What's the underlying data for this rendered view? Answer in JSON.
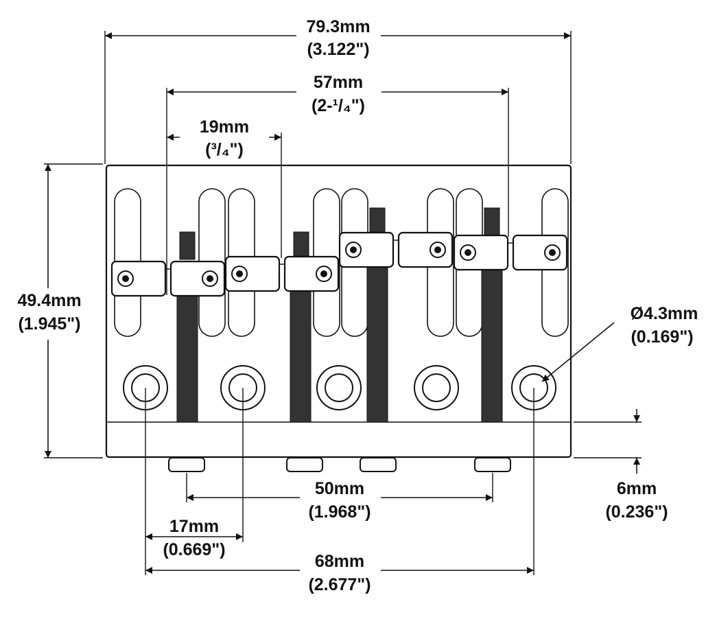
{
  "dimensions": {
    "overall_width": {
      "metric": "79.3mm",
      "imperial": "(3.122\")"
    },
    "outer_string_spacing": {
      "metric": "57mm",
      "imperial": "(2-¹/₄\")"
    },
    "saddle_spacing": {
      "metric": "19mm",
      "imperial": "(³/₄\")"
    },
    "height": {
      "metric": "49.4mm",
      "imperial": "(1.945\")"
    },
    "hole_diameter": {
      "metric": "Ø4.3mm",
      "imperial": "(0.169\")"
    },
    "foot_spacing": {
      "metric": "50mm",
      "imperial": "(1.968\")"
    },
    "plate_thickness": {
      "metric": "6mm",
      "imperial": "(0.236\")"
    },
    "hole_pitch": {
      "metric": "17mm",
      "imperial": "(0.669\")"
    },
    "outer_hole_spacing": {
      "metric": "68mm",
      "imperial": "(2.677\")"
    }
  },
  "colors": {
    "line": "#111111",
    "thread": "#333333",
    "background": "#ffffff"
  }
}
